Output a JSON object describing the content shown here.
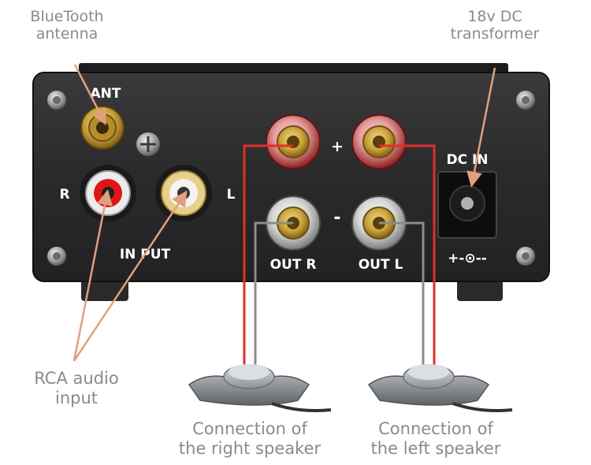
{
  "callouts": {
    "bluetooth": {
      "line1": "BlueTooth",
      "line2": "antenna"
    },
    "dc": {
      "line1": "18v DC",
      "line2": "transformer"
    },
    "rca": {
      "line1": "RCA audio",
      "line2": "input"
    },
    "right_speaker": {
      "line1": "Connection of",
      "line2": "the right speaker"
    },
    "left_speaker": {
      "line1": "Connection of",
      "line2": "the left speaker"
    }
  },
  "panel_labels": {
    "ant": "ANT",
    "r": "R",
    "l": "L",
    "input": "IN PUT",
    "plus": "+",
    "minus": "-",
    "out_r": "OUT R",
    "out_l": "OUT L",
    "dc_in": "DC IN",
    "polarity": "+-⊙--"
  },
  "colors": {
    "callout_text": "#8a8a8a",
    "arrow": "#e0a07e",
    "panel": "#2b2b2d",
    "wire_red": "#e0302a",
    "wire_gray": "#8c8c8c",
    "panel_text": "#ffffff",
    "gold": "#c9a23a"
  }
}
